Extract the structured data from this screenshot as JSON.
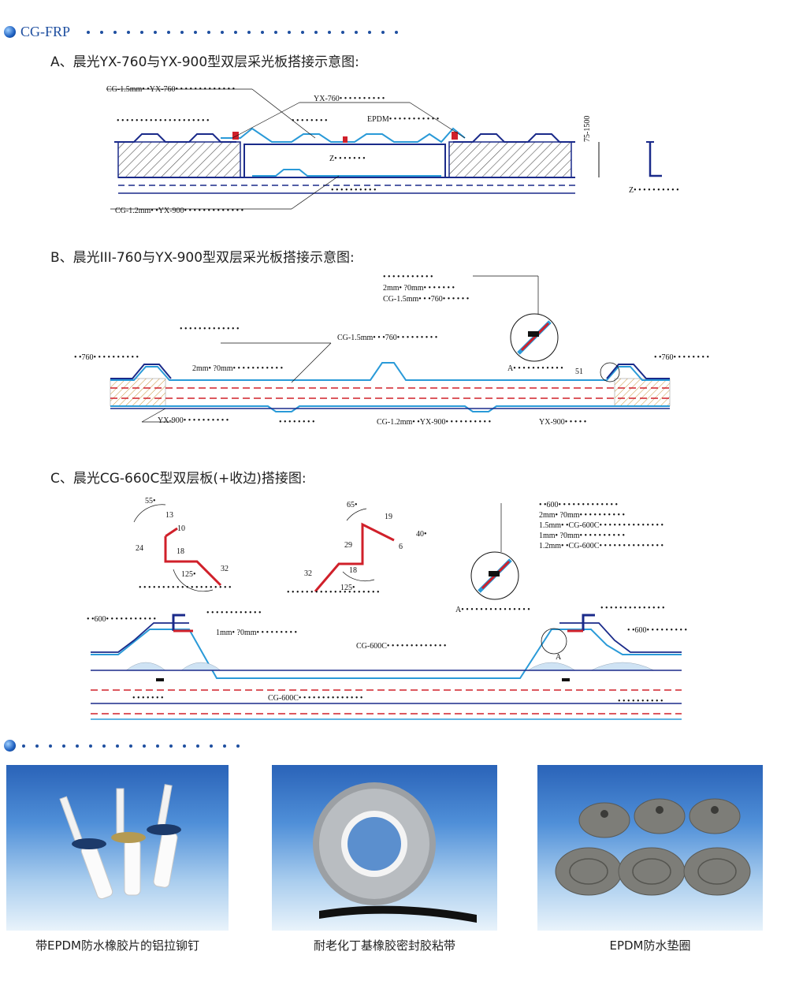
{
  "header": {
    "brand": "CG-FRP"
  },
  "sections": {
    "a": {
      "title": "A、晨光YX-760与YX-900型双层采光板搭接示意图:",
      "labels": {
        "top_left": "CG-1.5mm• •YX-760• • • • • • • • • • • • •",
        "top_mid": "YX-760• • • • • • • • • •",
        "row2_left": "• • • • • • • • • • • • • • • • • • • •",
        "epdm": "EPDM• • • • • • • • • • •",
        "row2_right": "• • • • • • • •",
        "z_inner": "Z• • • • • • •",
        "dots_under": "• • • • • • • • • •",
        "bottom": "CG-1.2mm• •YX-900• • • • • • • • • • • • •",
        "height": "75-1500",
        "z_label": "Z• • • • • • • • • •"
      }
    },
    "b": {
      "title": "B、晨光III-760与YX-900型双层采光板搭接示意图:",
      "labels": {
        "callout_1": "• • • • • • • • • • •",
        "callout_2": "2mm• ?0mm• • • • • • •",
        "callout_3": "CG-1.5mm• • •760• • • • • •",
        "left_760": "• •760• • • • • • • • • •",
        "top_dots": "• • • • • • • • • • • • •",
        "gasket": "2mm• ?0mm• • • • • • • • • • •",
        "mid_top": "CG-1.5mm• • •760• • • • • • • • •",
        "a_marker": "A• • • • • • • • • • •",
        "dim_51": "51",
        "right_760": "• •760• • • • • • • •",
        "bottom_yx900": "YX-900• • • • • • • • • •",
        "bottom_dots": "• • • • • • • •",
        "bottom_mid": "CG-1.2mm• •YX-900• • • • • • • • • •",
        "bottom_right": "YX-900• • • • •"
      }
    },
    "c": {
      "title": "C、晨光CG-660C型双层板(+收边)搭接图:",
      "dims_left": {
        "d55": "55•",
        "d13": "13",
        "d10": "10",
        "d24": "24",
        "d18": "18",
        "d125": "125•",
        "d32": "32"
      },
      "dims_mid": {
        "d65": "65•",
        "d19": "19",
        "d40": "40•",
        "d6": "6",
        "d29": "29",
        "d18": "18",
        "d32": "32",
        "d125": "125•"
      },
      "callouts": [
        "• •600• • • • • • • • • • • • •",
        "2mm• ?0mm• • • • • • • • • •",
        "1.5mm• •CG-600C• • • • • • • • • • • • • •",
        "1mm• ?0mm• • • • • • • • • •",
        "1.2mm• •CG-600C• • • • • • • • • • • • • •"
      ],
      "labels": {
        "dots_left": "• • • • • • • • • • • • • • • • • • • •",
        "dots_mid": "• • • • • • • • • • • • • • • • • • • •",
        "a_marker": "A• • • • • • • • • • • • • • •",
        "left_600": "• •600• • • • • • • • • • •",
        "top_dots": "• • • • • • • • • • • •",
        "mm1": "1mm• ?0mm• • • • • • • • •",
        "mid_top": "CG-600C• • • • • • • • • • • • •",
        "right_top_dots": "• • • • • • • • • • • • • •",
        "right_600": "• •600• • • • • • • • •",
        "bottom_left": "• • • • • • •",
        "bottom_mid": "CG-600C• • • • • • • • • • • • • •",
        "bottom_right": "• • • • • • • • • •",
        "a_small": "A"
      }
    }
  },
  "products": [
    {
      "caption": "带EPDM防水橡胶片的铝拉铆钉"
    },
    {
      "caption": "耐老化丁基橡胶密封胶粘带"
    },
    {
      "caption": "EPDM防水垫圈"
    }
  ],
  "colors": {
    "accent": "#1f4fa0",
    "panel_blue": "#2a9ad8",
    "red": "#d0202a",
    "navy": "#1a2a8a"
  }
}
